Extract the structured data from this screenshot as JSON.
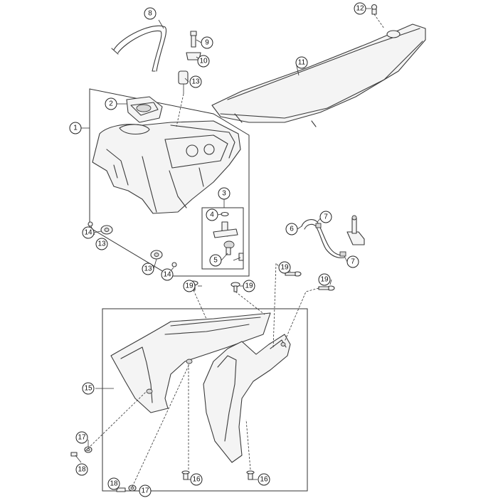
{
  "diagram": {
    "callouts": [
      {
        "id": "c1",
        "label": "1"
      },
      {
        "id": "c2",
        "label": "2"
      },
      {
        "id": "c3",
        "label": "3"
      },
      {
        "id": "c4",
        "label": "4"
      },
      {
        "id": "c5",
        "label": "5"
      },
      {
        "id": "c6",
        "label": "6"
      },
      {
        "id": "c7a",
        "label": "7"
      },
      {
        "id": "c7b",
        "label": "7"
      },
      {
        "id": "c8",
        "label": "8"
      },
      {
        "id": "c9",
        "label": "9"
      },
      {
        "id": "c10",
        "label": "10"
      },
      {
        "id": "c11",
        "label": "11"
      },
      {
        "id": "c12",
        "label": "12"
      },
      {
        "id": "c13a",
        "label": "13"
      },
      {
        "id": "c13b",
        "label": "13"
      },
      {
        "id": "c13c",
        "label": "13"
      },
      {
        "id": "c14a",
        "label": "14"
      },
      {
        "id": "c14b",
        "label": "14"
      },
      {
        "id": "c15",
        "label": "15"
      },
      {
        "id": "c16a",
        "label": "16"
      },
      {
        "id": "c16b",
        "label": "16"
      },
      {
        "id": "c17a",
        "label": "17"
      },
      {
        "id": "c17b",
        "label": "17"
      },
      {
        "id": "c18a",
        "label": "18"
      },
      {
        "id": "c18b",
        "label": "18"
      },
      {
        "id": "c19a",
        "label": "19"
      },
      {
        "id": "c19b",
        "label": "19"
      },
      {
        "id": "c19c",
        "label": "19"
      },
      {
        "id": "c19d",
        "label": "19"
      }
    ]
  }
}
